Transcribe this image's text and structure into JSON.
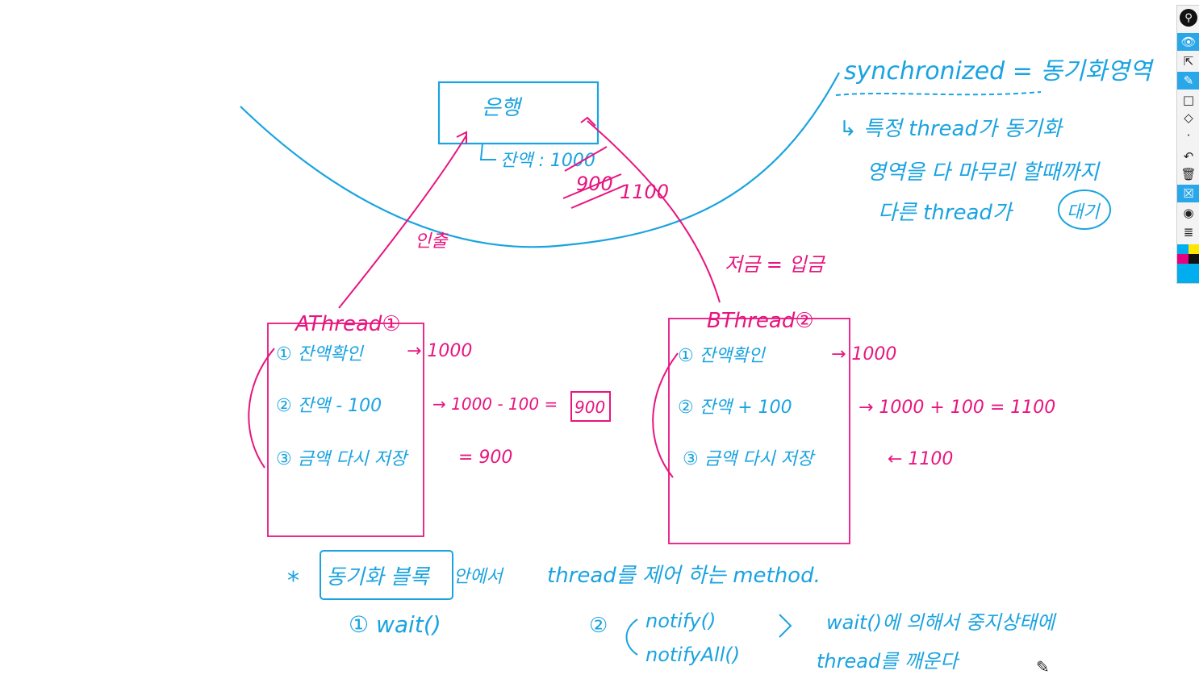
{
  "colors": {
    "blue": "#1aa3e0",
    "pink": "#e8157f",
    "toolbar_active": "#2aa7e8"
  },
  "bank": {
    "label": "은행",
    "balance": "잔액 : 1000",
    "after_withdraw": "900",
    "after_deposit": "1100"
  },
  "arrows": {
    "withdraw": "인출",
    "deposit": "저금 = 입금"
  },
  "thread_a": {
    "title": "AThread①",
    "steps": [
      "① 잔액확인",
      "② 잔액 - 100",
      "③ 금액 다시 저장"
    ],
    "results": [
      "→ 1000",
      "→ 1000 - 100 = ",
      "= 900"
    ],
    "boxed_result": "900"
  },
  "thread_b": {
    "title": "BThread②",
    "steps": [
      "① 잔액확인",
      "② 잔액 + 100",
      "③ 금액 다시 저장"
    ],
    "results": [
      "→ 1000",
      "→ 1000 + 100 = 1100",
      "← 1100"
    ]
  },
  "notes": {
    "synchronized": "synchronized = 동기화영역",
    "line1": "↳ 특정 thread가 동기화",
    "line2": "영역을 다 마무리 할때까지",
    "line3": "다른 thread가",
    "wait_word": "대기"
  },
  "bottom": {
    "star": "*",
    "sync_block": "동기화 블록",
    "after_block": "안에서",
    "title_rest": "thread를 제어 하는 method.",
    "wait": "① wait()",
    "num2": "②",
    "notify": "notify()",
    "notify_all": "notifyAll()",
    "desc1": "wait()에 의해서 중지상태에",
    "desc2": "thread를 깨운다"
  },
  "toolbar": {
    "icons": [
      "logo-icon",
      "eye-icon",
      "pointer-icon",
      "pen-icon",
      "rectangle-icon",
      "eraser-icon",
      "dot-icon",
      "undo-icon",
      "trash-icon",
      "clear-icon",
      "camera-icon",
      "notes-icon"
    ],
    "swatches": [
      "#00aeef",
      "#ffe600",
      "#e6007e",
      "#111111",
      "#00aeef"
    ]
  }
}
